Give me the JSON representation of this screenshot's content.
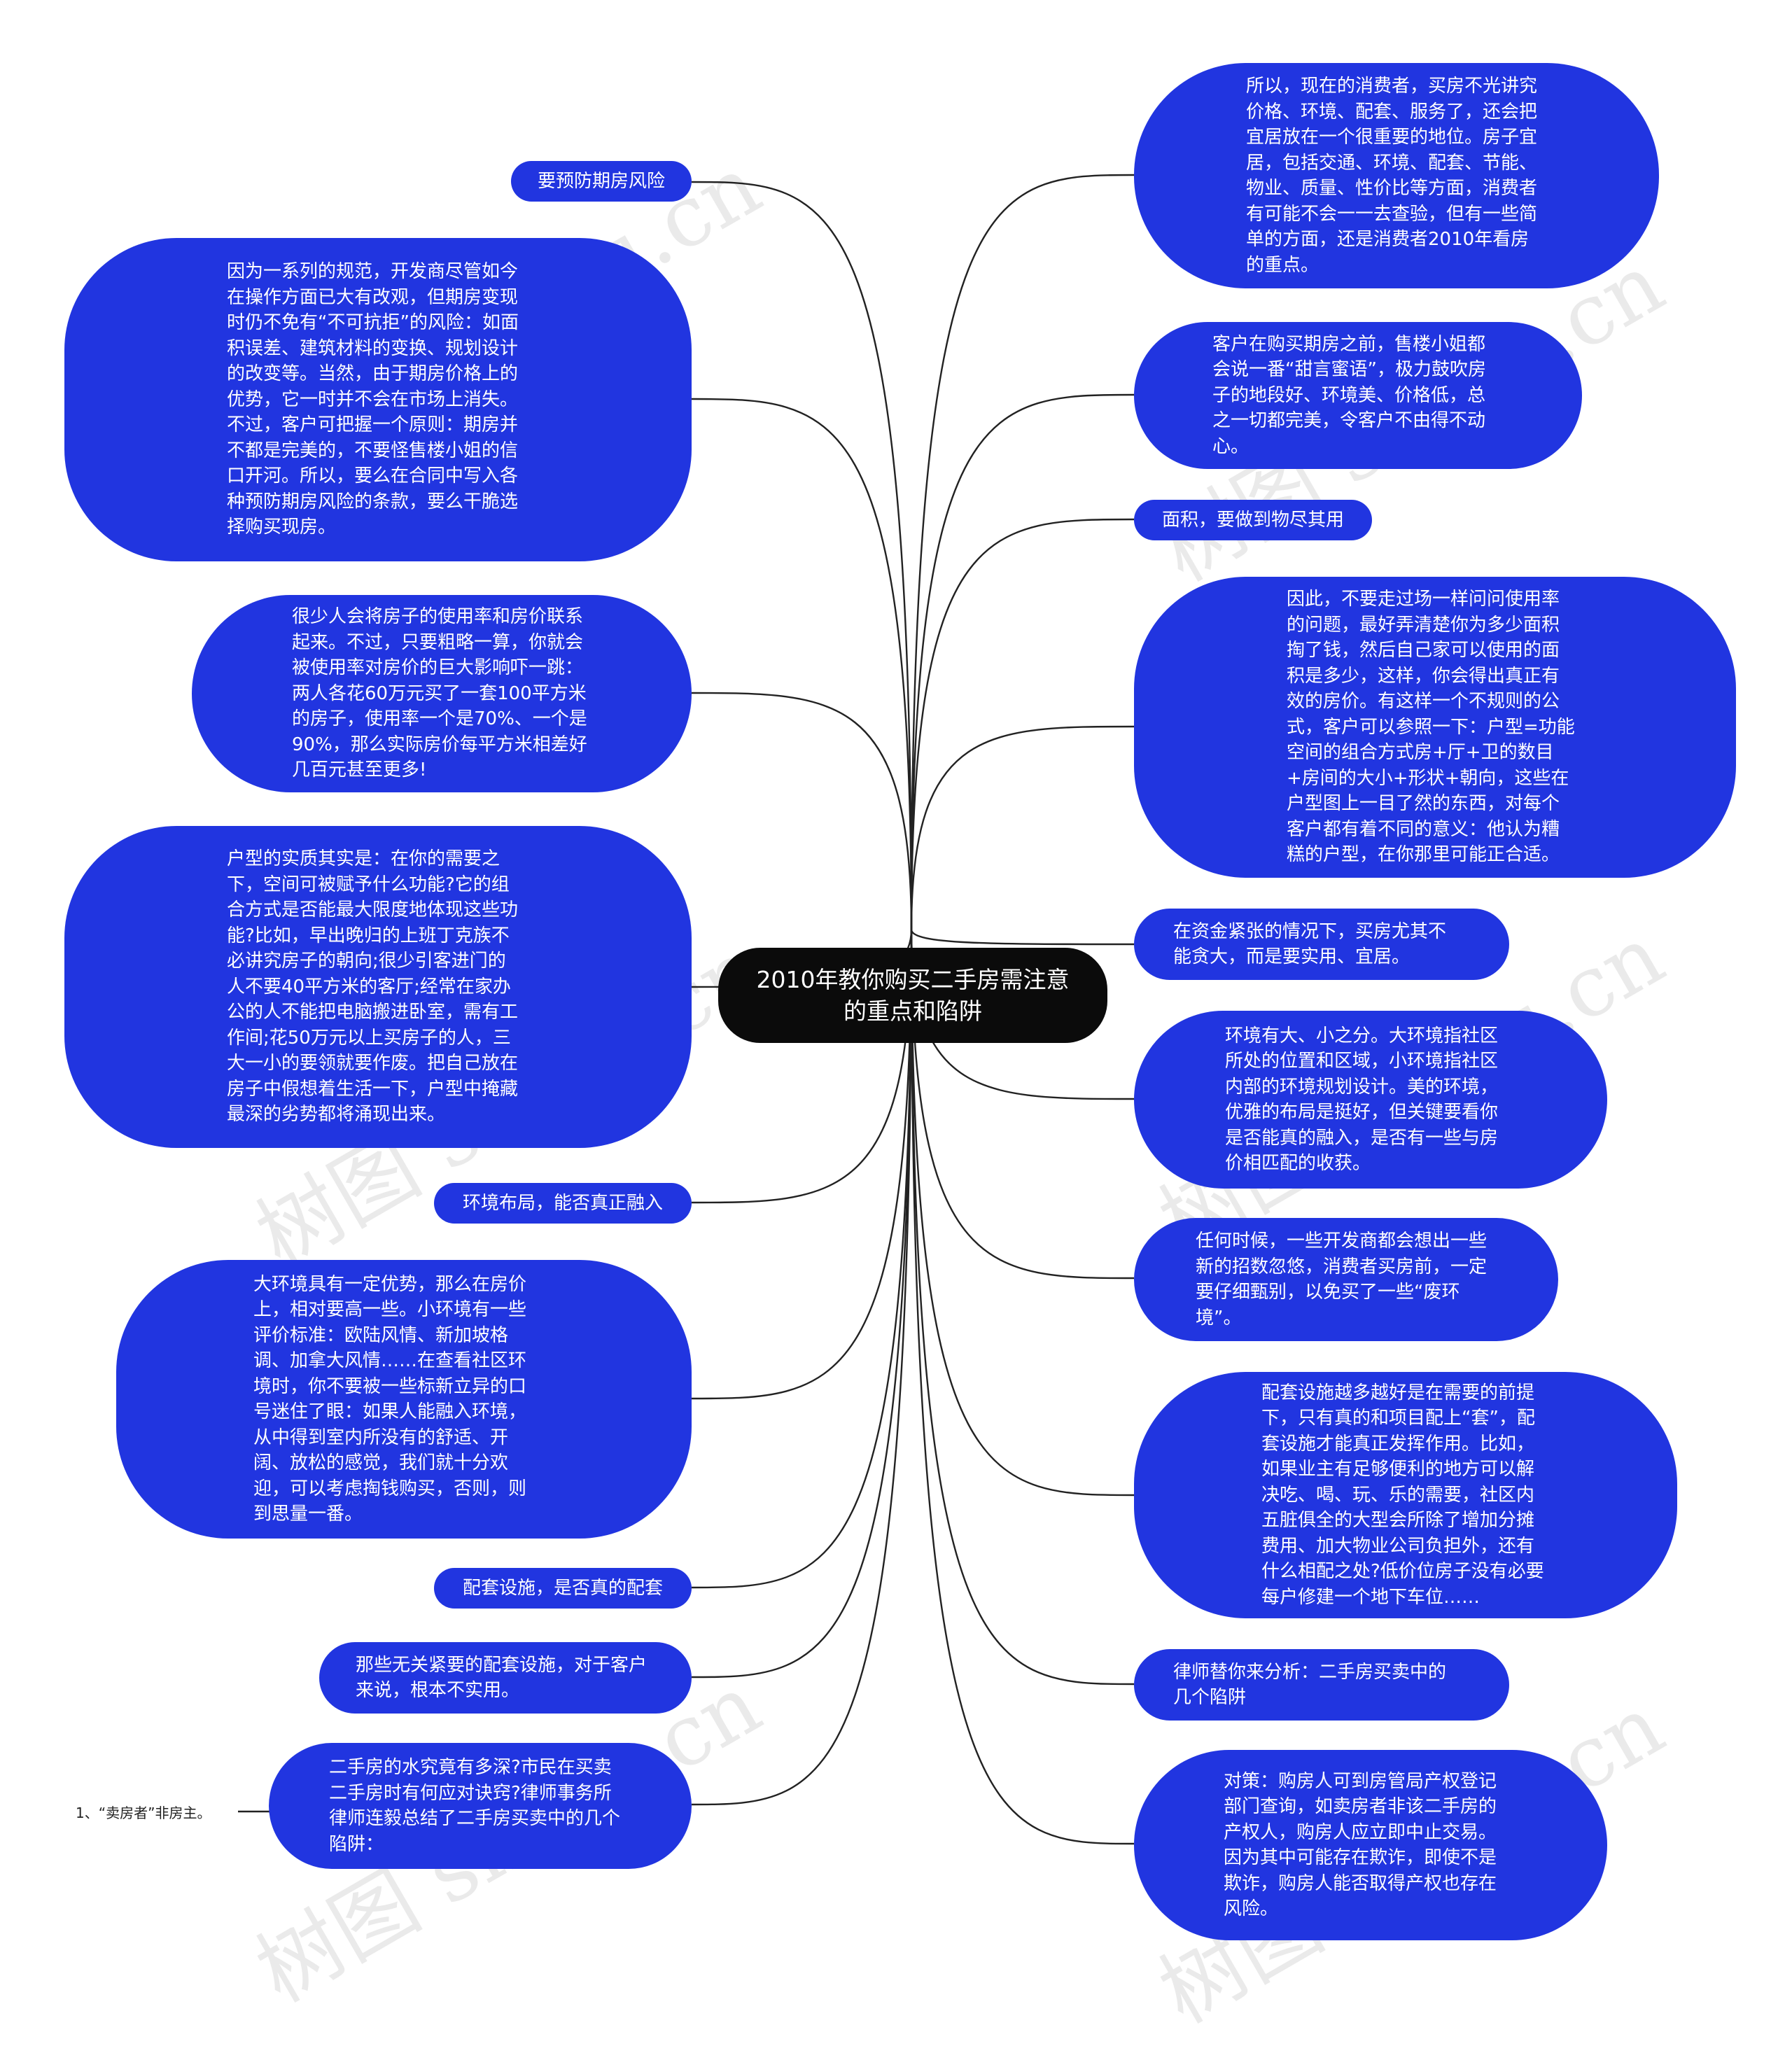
{
  "root": "2010年教你购买二手房需注意的重点和陷阱",
  "watermark": "树图 shutu.cn",
  "left": [
    "要预防期房风险",
    "因为一系列的规范，开发商尽管如今在操作方面已大有改观，但期房变现时仍不免有“不可抗拒”的风险：如面积误差、建筑材料的变换、规划设计的改变等。当然，由于期房价格上的优势，它一时并不会在市场上消失。不过，客户可把握一个原则：期房并不都是完美的，不要怪售楼小姐的信口开河。所以，要么在合同中写入各种预防期房风险的条款，要么干脆选择购买现房。",
    "很少人会将房子的使用率和房价联系起来。不过，只要粗略一算，你就会被使用率对房价的巨大影响吓一跳：两人各花60万元买了一套100平方米的房子，使用率一个是70%、一个是90%，那么实际房价每平方米相差好几百元甚至更多!",
    "户型的实质其实是：在你的需要之下，空间可被赋予什么功能?它的组合方式是否能最大限度地体现这些功能?比如，早出晚归的上班丁克族不必讲究房子的朝向;很少引客进门的人不要40平方米的客厅;经常在家办公的人不能把电脑搬进卧室，需有工作间;花50万元以上买房子的人，三大一小的要领就要作废。把自己放在房子中假想着生活一下，户型中掩藏最深的劣势都将涌现出来。",
    "环境布局，能否真正融入",
    "大环境具有一定优势，那么在房价上，相对要高一些。小环境有一些评价标准：欧陆风情、新加坡格调、加拿大风情……在查看社区环境时，你不要被一些标新立异的口号迷住了眼：如果人能融入环境，从中得到室内所没有的舒适、开阔、放松的感觉，我们就十分欢迎，可以考虑掏钱购买，否则，则到思量一番。",
    "配套设施，是否真的配套",
    "那些无关紧要的配套设施，对于客户来说，根本不实用。",
    "二手房的水究竟有多深?市民在买卖二手房时有何应对诀窍?律师事务所律师连毅总结了二手房买卖中的几个陷阱："
  ],
  "right": [
    "所以，现在的消费者，买房不光讲究价格、环境、配套、服务了，还会把宜居放在一个很重要的地位。房子宜居，包括交通、环境、配套、节能、物业、质量、性价比等方面，消费者有可能不会一一去查验，但有一些简单的方面，还是消费者2010年看房的重点。",
    "客户在购买期房之前，售楼小姐都会说一番“甜言蜜语”，极力鼓吹房子的地段好、环境美、价格低，总之一切都完美，令客户不由得不动心。",
    "面积，要做到物尽其用",
    "因此，不要走过场一样问问使用率的问题，最好弄清楚你为多少面积掏了钱，然后自己家可以使用的面积是多少，这样，你会得出真正有效的房价。有这样一个不规则的公式，客户可以参照一下：户型=功能空间的组合方式房+厅+卫的数目+房间的大小+形状+朝向，这些在户型图上一目了然的东西，对每个客户都有着不同的意义：他认为糟糕的户型，在你那里可能正合适。",
    "在资金紧张的情况下，买房尤其不能贪大，而是要实用、宜居。",
    "环境有大、小之分。大环境指社区所处的位置和区域，小环境指社区内部的环境规划设计。美的环境，优雅的布局是挺好，但关键要看你是否能真的融入，是否有一些与房价相匹配的收获。",
    "任何时候，一些开发商都会想出一些新的招数忽悠，消费者买房前，一定要仔细甄别，以免买了一些“废环境”。",
    "配套设施越多越好是在需要的前提下，只有真的和项目配上“套”，配套设施才能真正发挥作用。比如，如果业主有足够便利的地方可以解决吃、喝、玩、乐的需要，社区内五脏俱全的大型会所除了增加分摊费用、加大物业公司负担外，还有什么相配之处?低价位房子没有必要每户修建一个地下车位……",
    "律师替你来分析：二手房买卖中的几个陷阱",
    "对策：购房人可到房管局产权登记部门查询，如卖房者非该二手房的产权人，购房人应立即中止交易。因为其中可能存在欺诈，即使不是欺诈，购房人能否取得产权也存在风险。"
  ],
  "sub": "1、“卖房者”非房主。",
  "colors": {
    "node": "#2135e0",
    "root": "#0b0b0b",
    "line": "#222222"
  }
}
